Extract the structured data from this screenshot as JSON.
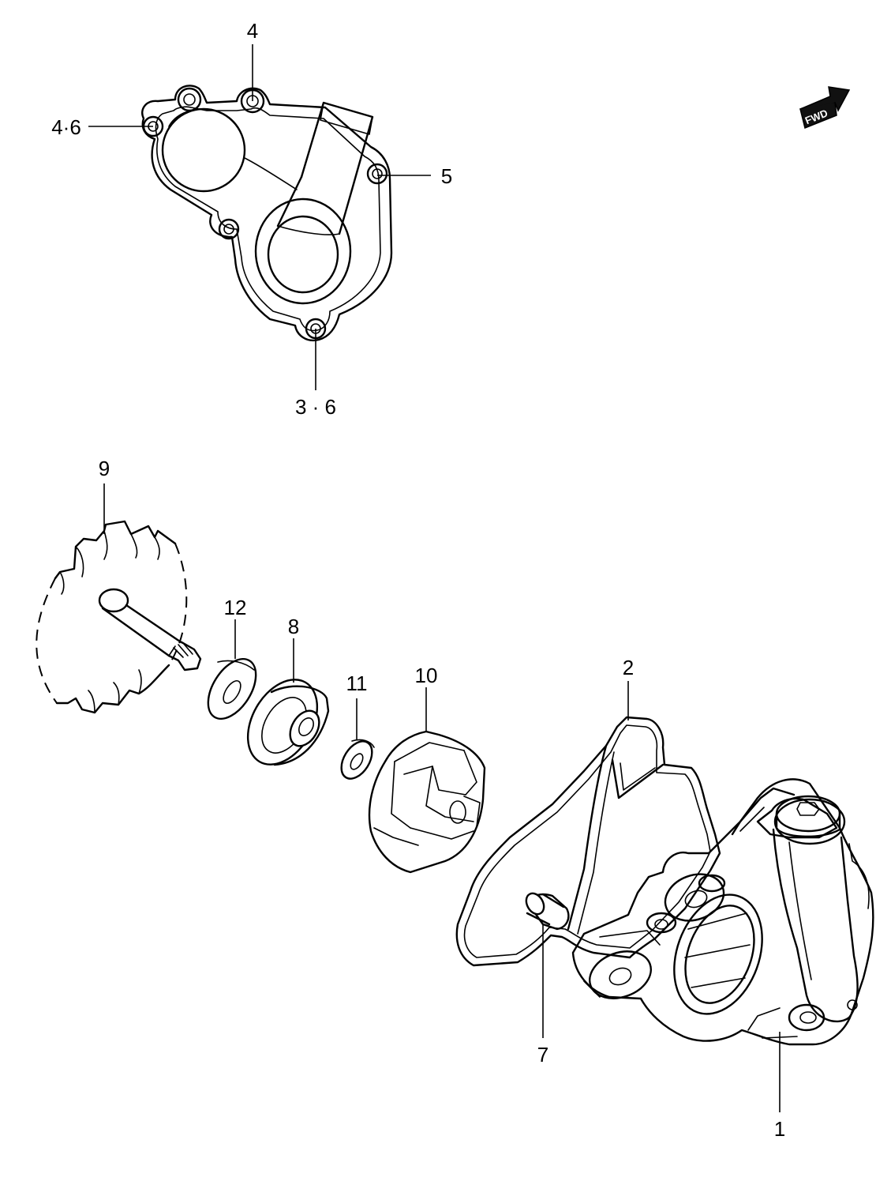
{
  "fwd": {
    "text": "FWD"
  },
  "callouts": [
    {
      "id": "c1",
      "text": "1"
    },
    {
      "id": "c2",
      "text": "2"
    },
    {
      "id": "c36",
      "text": "3 · 6"
    },
    {
      "id": "c4",
      "text": "4"
    },
    {
      "id": "c46",
      "text": "4·6"
    },
    {
      "id": "c5",
      "text": "5"
    },
    {
      "id": "c7",
      "text": "7"
    },
    {
      "id": "c8",
      "text": "8"
    },
    {
      "id": "c9",
      "text": "9"
    },
    {
      "id": "c10",
      "text": "10"
    },
    {
      "id": "c11",
      "text": "11"
    },
    {
      "id": "c12",
      "text": "12"
    }
  ]
}
